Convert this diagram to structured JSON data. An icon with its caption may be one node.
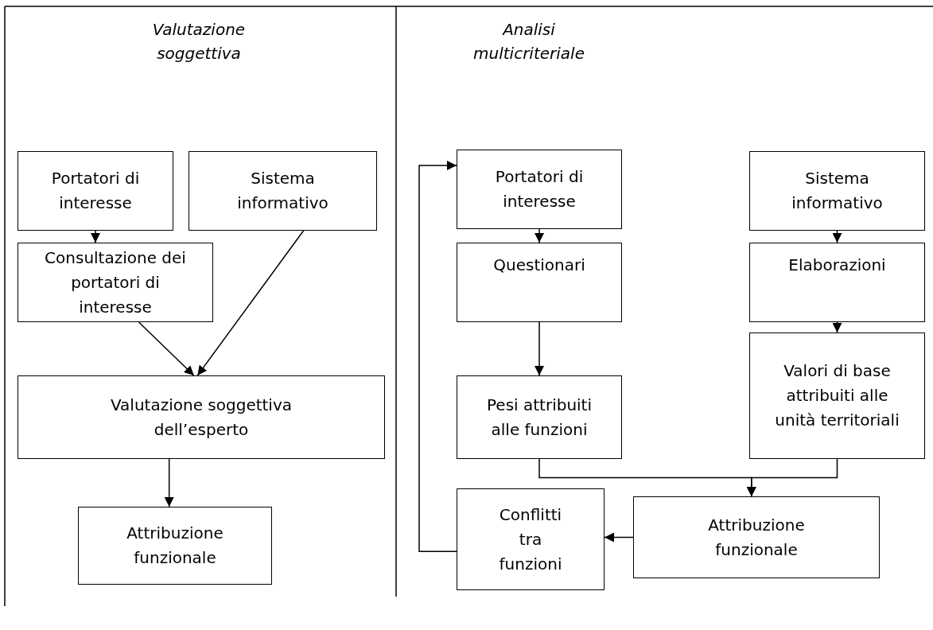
{
  "diagram": {
    "nodes": [
      {
        "text": [
          "Portatori di interesse"
        ]
      },
      {
        "text": [
          "Sistema informativo"
        ]
      },
      {
        "text": [
          "Consultazione dei portatori di interesse"
        ]
      },
      {
        "text": [
          "Valutazione soggettiva dell’esperto"
        ]
      },
      {
        "text": [
          "Attribuzione funzionale"
        ]
      },
      {
        "text": [
          "Portatori di interesse"
        ]
      },
      {
        "text": [
          "Sistema informativo"
        ]
      },
      {
        "text": [
          "Questionari"
        ]
      },
      {
        "text": [
          "Elaborazioni"
        ]
      },
      {
        "text": [
          "Pesi attribuiti alle funzioni"
        ]
      },
      {
        "text": [
          "Valori di base attribuiti alle unità territoriali"
        ]
      },
      {
        "text": [
          "Conflitti tra funzioni"
        ]
      },
      {
        "text": [
          "Attribuzione funzionale"
        ]
      }
    ],
    "edges": [
      {
        "from": 0,
        "to": 2,
        "arrow": "to"
      },
      {
        "from": 2,
        "to": 3,
        "arrow": "to"
      },
      {
        "from": 1,
        "to": 3,
        "arrow": "to"
      },
      {
        "from": 3,
        "to": 4,
        "arrow": "to"
      },
      {
        "from": 5,
        "to": 7,
        "arrow": "to"
      },
      {
        "from": 7,
        "to": 9,
        "arrow": "to"
      },
      {
        "from": 6,
        "to": 8,
        "arrow": "to"
      },
      {
        "from": 8,
        "to": 10,
        "arrow": "to"
      },
      {
        "from": 9,
        "to": 12,
        "arrow": "to"
      },
      {
        "from": 10,
        "to": 12,
        "arrow": "to"
      },
      {
        "from": 12,
        "to": 11,
        "arrow": "to"
      },
      {
        "from": 11,
        "to": 5,
        "arrow": "to"
      }
    ],
    "labels": [
      "Valutazione soggettiva",
      "Analisi multicriteriale"
    ]
  }
}
